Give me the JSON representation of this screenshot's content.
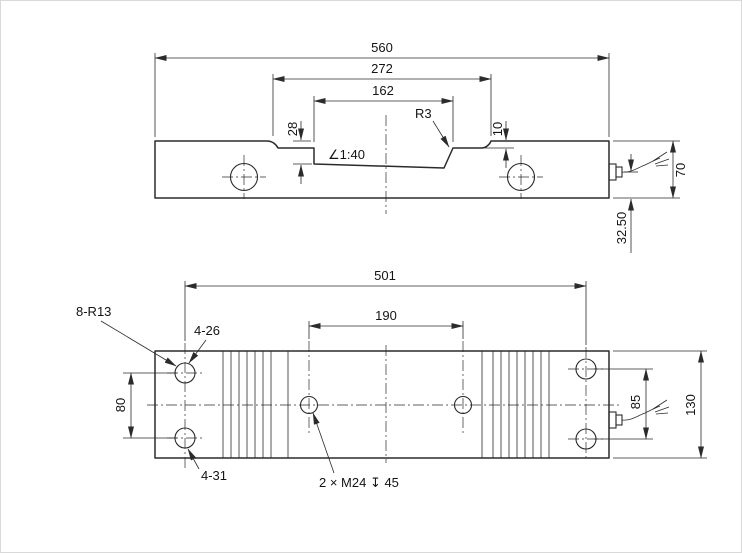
{
  "style": {
    "line_color": "#2b2b2b",
    "background": "#ffffff"
  },
  "side_view": {
    "overall_length": "560",
    "recess_outer": "272",
    "recess_inner": "162",
    "radius_note": "R3",
    "depth_left": "28",
    "depth_right": "10",
    "taper_note": "∠1:40",
    "height": "70",
    "cable_height": "32.50"
  },
  "plan_view": {
    "hole_span": "501",
    "slot_note": "8-R13",
    "hole_note_top": "4-26",
    "center_span": "190",
    "pitch_left": "80",
    "pitch_right": "85",
    "width": "130",
    "hole_note_bottom": "4-31",
    "thread_note": "2 × M24 ↧ 45"
  }
}
